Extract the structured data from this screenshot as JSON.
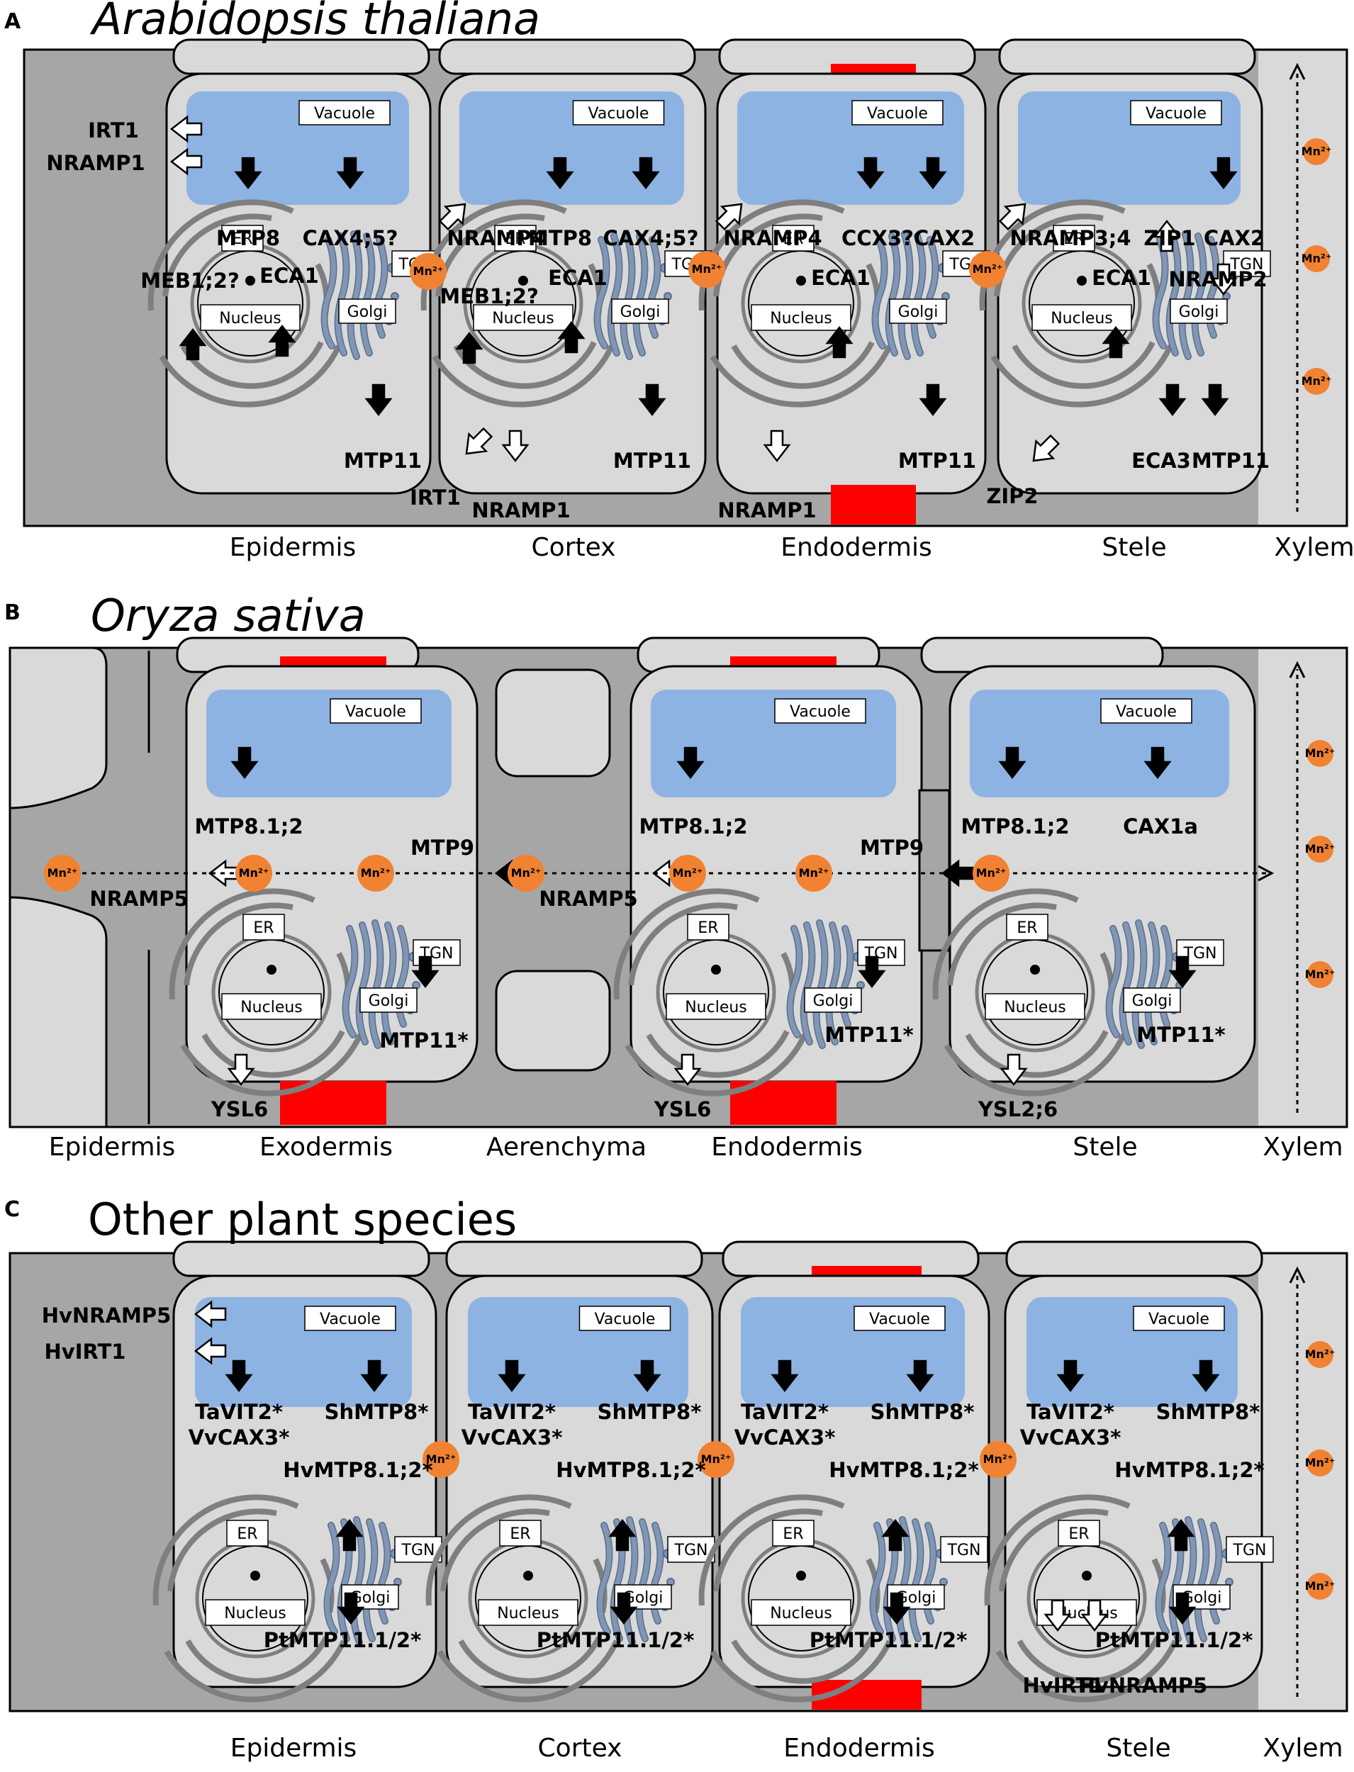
{
  "colors": {
    "background": "#a6a6a6",
    "cell": "#d9d9d9",
    "vacuole": "#8db3e2",
    "golgi": "#8096b4",
    "casparian": "#ff0000",
    "mn_ion": "#f08232",
    "membrane_arcs": "#7f7f7f"
  },
  "box_labels": {
    "vacuole": "Vacuole",
    "er": "ER",
    "nucleus": "Nucleus",
    "golgi": "Golgi",
    "tgn": "TGN",
    "mn": "Mn²⁺"
  },
  "panel_a": {
    "letter": "A",
    "title": "Arabidopsis thaliana",
    "tissues": [
      "Epidermis",
      "Cortex",
      "Endodermis",
      "Stele",
      "Xylem"
    ],
    "genes": {
      "irt1_outer": "IRT1",
      "nramp1_outer": "NRAMP1",
      "ep_vac_1": "MTP8",
      "ep_vac_2": "CAX4;5?",
      "ep_meb": "MEB1;2?",
      "ep_eca": "ECA1",
      "ep_mtp11": "MTP11",
      "co_nramp4": "NRAMP4",
      "co_vac_1": "MTP8",
      "co_vac_2": "CAX4;5?",
      "co_meb": "MEB1;2?",
      "co_eca": "ECA1",
      "co_mtp11": "MTP11",
      "co_irt1": "IRT1",
      "co_nramp1": "NRAMP1",
      "en_nramp4": "NRAMP4",
      "en_vac_1": "CCX3?",
      "en_vac_2": "CAX2",
      "en_eca": "ECA1",
      "en_mtp11": "MTP11",
      "en_nramp1": "NRAMP1",
      "st_nramp34": "NRAMP3;4",
      "st_zip1": "ZIP1",
      "st_cax2": "CAX2",
      "st_eca1": "ECA1",
      "st_nramp2": "NRAMP2",
      "st_eca3": "ECA3",
      "st_mtp11": "MTP11",
      "st_zip2": "ZIP2"
    }
  },
  "panel_b": {
    "letter": "B",
    "title": "Oryza sativa",
    "tissues": [
      "Epidermis",
      "Exodermis",
      "Aerenchyma",
      "Endodermis",
      "Stele",
      "Xylem"
    ],
    "genes": {
      "ex_mtp8": "MTP8.1;2",
      "ex_nramp5": "NRAMP5",
      "ex_mtp9": "MTP9",
      "ex_mtp11": "MTP11*",
      "ex_ysl6": "YSL6",
      "ar_nramp5": "NRAMP5",
      "en_mtp8": "MTP8.1;2",
      "en_mtp9": "MTP9",
      "en_mtp11": "MTP11*",
      "en_ysl6": "YSL6",
      "st_mtp8": "MTP8.1;2",
      "st_cax1a": "CAX1a",
      "st_mtp11": "MTP11*",
      "st_ysl": "YSL2;6"
    }
  },
  "panel_c": {
    "letter": "C",
    "title": "Other plant species",
    "tissues": [
      "Epidermis",
      "Cortex",
      "Endodermis",
      "Stele",
      "Xylem"
    ],
    "genes": {
      "hvnramp5_outer": "HvNRAMP5",
      "hvirt1_outer": "HvIRT1",
      "tavit2": "TaVIT2*",
      "vvcax3": "VvCAX3*",
      "shmtp8": "ShMTP8*",
      "hvmtp8": "HvMTP8.1;2*",
      "ptmtp11": "PtMTP11.1/2*",
      "st_hvirt1": "HvIRT1",
      "st_hvnramp5": "HvNRAMP5"
    }
  }
}
